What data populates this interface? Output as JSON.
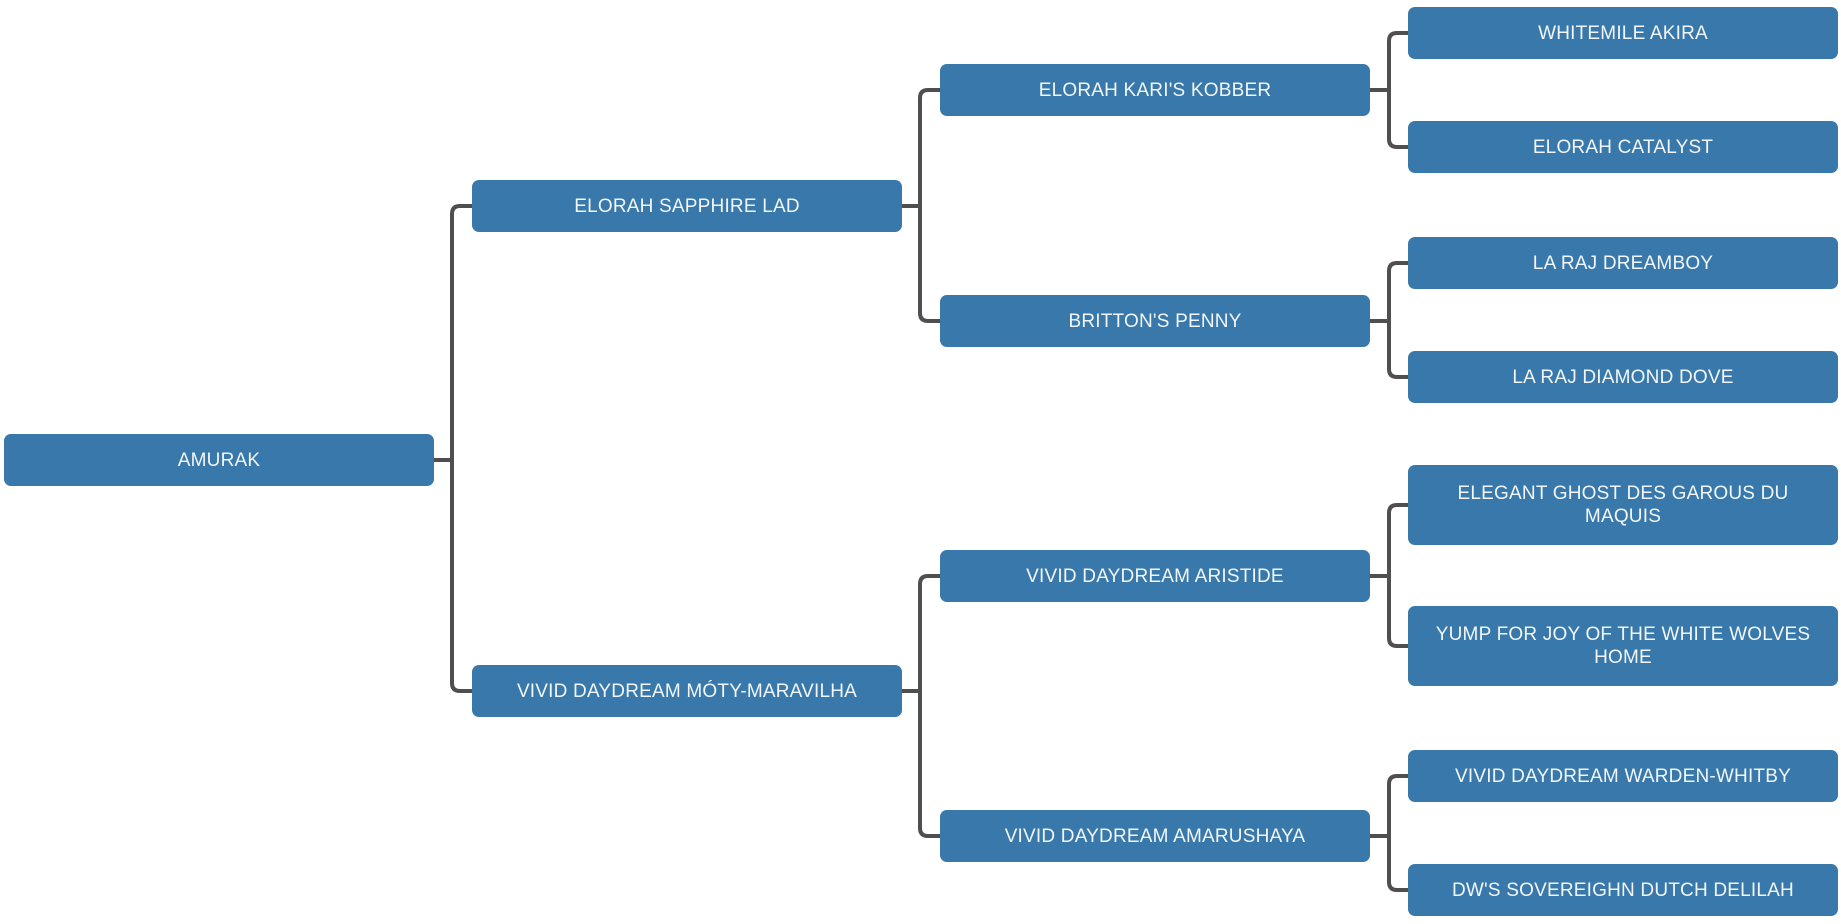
{
  "diagram": {
    "kind": "pedigree-family-tree",
    "generations": 4,
    "colors": {
      "node_fill": "#3878ab",
      "node_text": "#f2f6f8",
      "connector": "#4f4f4f",
      "background": "#ffffff"
    },
    "nodes": [
      {
        "id": "amurak",
        "label": "AMURAK",
        "gen": 1,
        "parent": null
      },
      {
        "id": "elorah-sapphire-lad",
        "label": "ELORAH SAPPHIRE LAD",
        "gen": 2,
        "parent": "amurak"
      },
      {
        "id": "vivid-daydream-moty-maravilha",
        "label": "VIVID DAYDREAM MÓTY-MARAVILHA",
        "gen": 2,
        "parent": "amurak"
      },
      {
        "id": "elorah-karis-kobber",
        "label": "ELORAH KARI'S KOBBER",
        "gen": 3,
        "parent": "elorah-sapphire-lad"
      },
      {
        "id": "brittons-penny",
        "label": "BRITTON'S PENNY",
        "gen": 3,
        "parent": "elorah-sapphire-lad"
      },
      {
        "id": "vivid-daydream-aristide",
        "label": "VIVID DAYDREAM ARISTIDE",
        "gen": 3,
        "parent": "vivid-daydream-moty-maravilha"
      },
      {
        "id": "vivid-daydream-amarushaya",
        "label": "VIVID DAYDREAM AMARUSHAYA",
        "gen": 3,
        "parent": "vivid-daydream-moty-maravilha"
      },
      {
        "id": "whitemile-akira",
        "label": "WHITEMILE AKIRA",
        "gen": 4,
        "parent": "elorah-karis-kobber"
      },
      {
        "id": "elorah-catalyst",
        "label": "ELORAH CATALYST",
        "gen": 4,
        "parent": "elorah-karis-kobber"
      },
      {
        "id": "la-raj-dreamboy",
        "label": "LA RAJ DREAMBOY",
        "gen": 4,
        "parent": "brittons-penny"
      },
      {
        "id": "la-raj-diamond-dove",
        "label": "LA RAJ DIAMOND DOVE",
        "gen": 4,
        "parent": "brittons-penny"
      },
      {
        "id": "elegant-ghost-des-garous-du-maquis",
        "label": "ELEGANT GHOST DES GAROUS DU MAQUIS",
        "gen": 4,
        "parent": "vivid-daydream-aristide"
      },
      {
        "id": "yump-for-joy-of-the-white-wolves-home",
        "label": "YUMP FOR JOY OF THE WHITE WOLVES HOME",
        "gen": 4,
        "parent": "vivid-daydream-aristide"
      },
      {
        "id": "vivid-daydream-warden-whitby",
        "label": "VIVID DAYDREAM WARDEN-WHITBY",
        "gen": 4,
        "parent": "vivid-daydream-amarushaya"
      },
      {
        "id": "dws-sovereighn-dutch-delilah",
        "label": "DW'S SOVEREIGHN DUTCH DELILAH",
        "gen": 4,
        "parent": "vivid-daydream-amarushaya"
      }
    ]
  }
}
